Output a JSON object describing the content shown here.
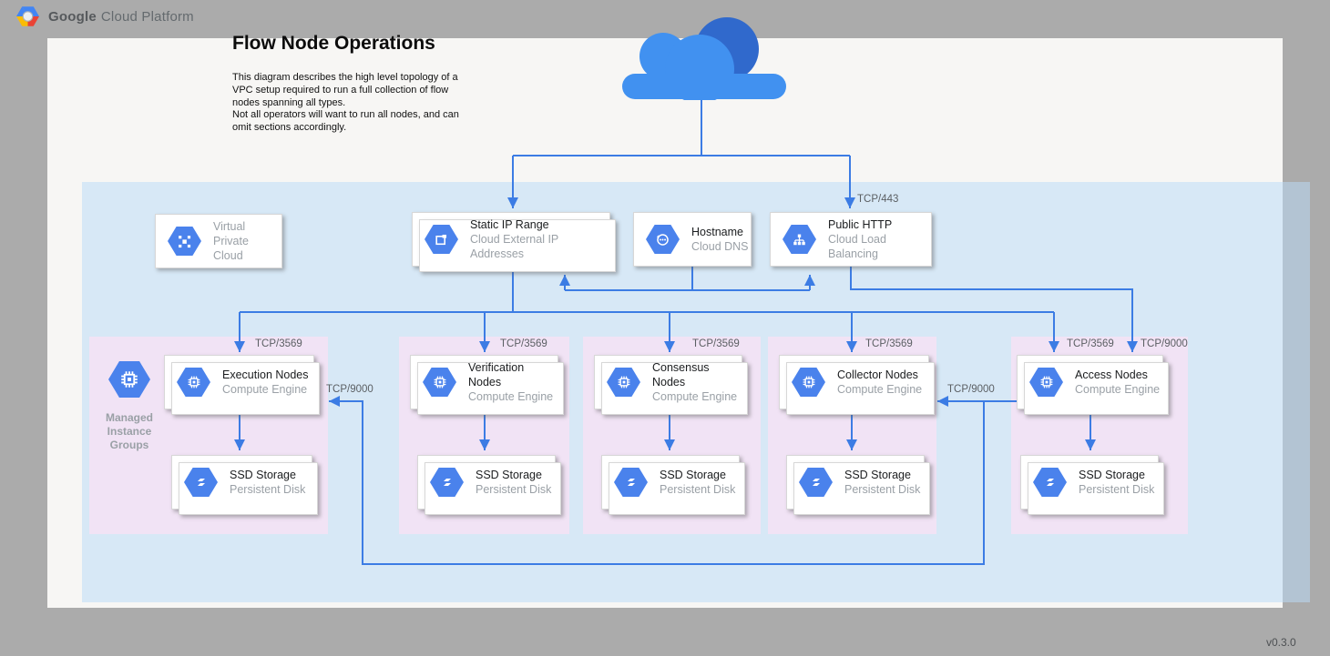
{
  "header": {
    "brand_bold": "Google",
    "brand_rest": "Cloud Platform"
  },
  "canvas": {
    "title": "Flow Node Operations",
    "description": "This diagram describes the high level topology of a\nVPC setup required to run a full collection of flow\nnodes spanning all types.\nNot all operators will want to run all nodes, and can\nomit sections accordingly.",
    "version": "v0.3.0"
  },
  "colors": {
    "background": "#ababab",
    "canvas": "#f7f6f4",
    "vpc_fill": "#ddedfb",
    "group_fill": "#f1e3f5",
    "line_blue": "#3c7ce4",
    "icon_blue": "#4a82ec",
    "cloud_light": "#4191f0",
    "cloud_dark": "#3069cc",
    "title_text": "#1b1d1f",
    "subtitle_text": "#9aa0a6",
    "port_text": "#5b5f63"
  },
  "services": {
    "vpc": {
      "line1": "Virtual",
      "line2": "Private Cloud"
    },
    "static_ip": {
      "title": "Static IP Range",
      "subtitle": "Cloud External IP Addresses"
    },
    "hostname": {
      "title": "Hostname",
      "subtitle": "Cloud DNS"
    },
    "load_balancer": {
      "title": "Public HTTP",
      "subtitle": "Cloud Load Balancing"
    }
  },
  "managed_instance_groups": {
    "label": "Managed\nInstance\nGroups"
  },
  "node_groups": [
    {
      "name": "Execution Nodes",
      "platform": "Compute Engine",
      "storage": "SSD Storage",
      "storage_platform": "Persistent Disk",
      "ingress_port": "TCP/3569"
    },
    {
      "name": "Verification Nodes",
      "platform": "Compute Engine",
      "storage": "SSD Storage",
      "storage_platform": "Persistent Disk",
      "ingress_port": "TCP/3569"
    },
    {
      "name": "Consensus Nodes",
      "platform": "Compute Engine",
      "storage": "SSD Storage",
      "storage_platform": "Persistent Disk",
      "ingress_port": "TCP/3569"
    },
    {
      "name": "Collector Nodes",
      "platform": "Compute Engine",
      "storage": "SSD Storage",
      "storage_platform": "Persistent Disk",
      "ingress_port": "TCP/3569"
    },
    {
      "name": "Access Nodes",
      "platform": "Compute Engine",
      "storage": "SSD Storage",
      "storage_platform": "Persistent Disk",
      "ingress_port": "TCP/3569"
    }
  ],
  "port_labels": {
    "https": "TCP/443",
    "access_ingress": "TCP/9000",
    "execution_return": "TCP/9000",
    "collector_return": "TCP/9000"
  }
}
